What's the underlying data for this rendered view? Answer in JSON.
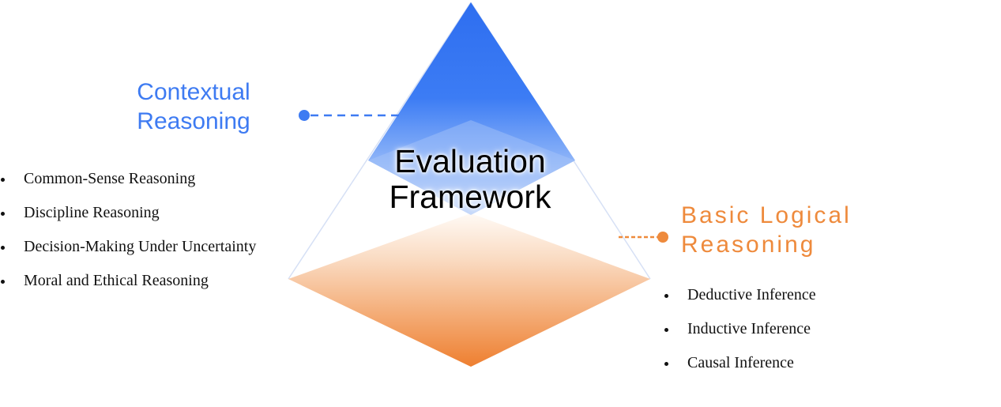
{
  "center": {
    "line1": "Evaluation",
    "line2": "Framework"
  },
  "contextual": {
    "heading_line1": "Contextual",
    "heading_line2": "Reasoning",
    "color": "#3E7BF2",
    "items": [
      "Common-Sense Reasoning",
      "Discipline Reasoning",
      "Decision-Making Under Uncertainty",
      "Moral and Ethical Reasoning"
    ]
  },
  "logical": {
    "heading_line1": "Basic Logical",
    "heading_line2": "Reasoning",
    "color": "#EE8A3C",
    "items": [
      "Deductive Inference",
      "Inductive Inference",
      "Causal Inference"
    ]
  }
}
